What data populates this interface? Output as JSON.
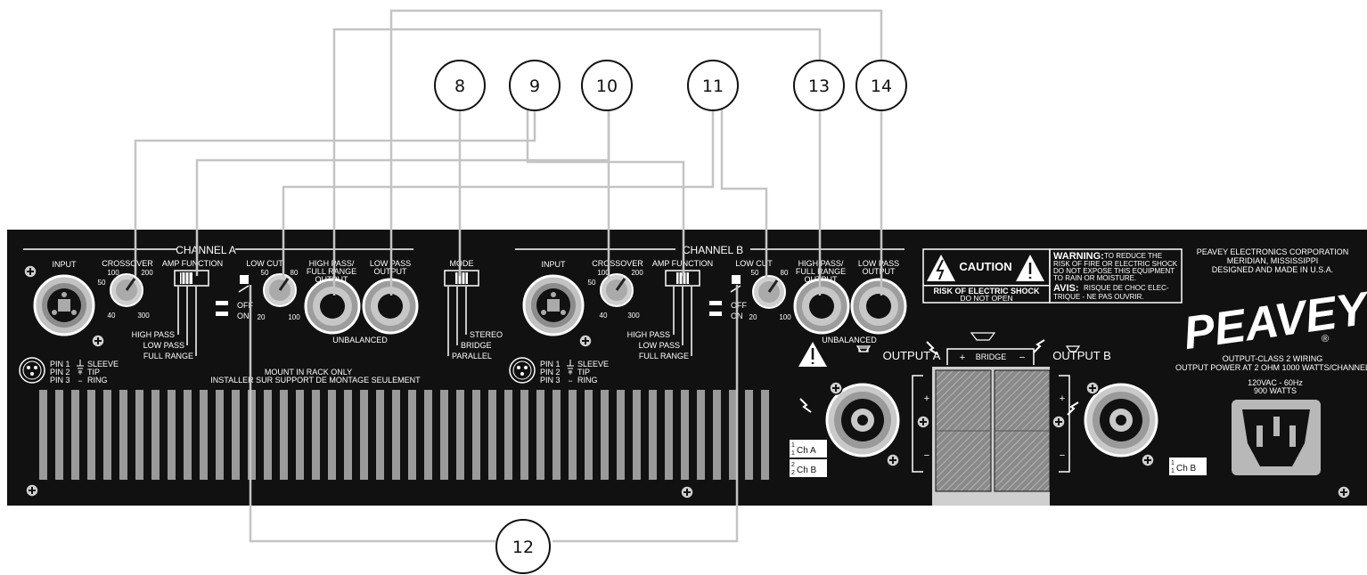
{
  "callouts": [
    {
      "id": "8",
      "label": "8"
    },
    {
      "id": "9",
      "label": "9"
    },
    {
      "id": "10",
      "label": "10"
    },
    {
      "id": "11",
      "label": "11"
    },
    {
      "id": "12",
      "label": "12"
    },
    {
      "id": "13",
      "label": "13"
    },
    {
      "id": "14",
      "label": "14"
    }
  ],
  "channel_a": {
    "title": "CHANNEL  A",
    "input": "INPUT",
    "crossover": "CROSSOVER",
    "xo_ticks": [
      "100",
      "200",
      "50",
      "40",
      "300"
    ],
    "amp_function": "AMP FUNCTION",
    "amp_opts": [
      "HIGH PASS",
      "LOW PASS",
      "FULL RANGE"
    ],
    "low_cut": "LOW CUT",
    "lc_ticks": [
      "50",
      "80",
      "20",
      "100"
    ],
    "off": "OFF",
    "on": "ON",
    "hp_out": [
      "HIGH PASS/",
      "FULL RANGE",
      "OUTPUT"
    ],
    "lp_out": [
      "LOW PASS",
      "OUTPUT"
    ],
    "unbalanced": "UNBALANCED",
    "pins": [
      "PIN 1",
      "PIN 2",
      "PIN 3"
    ],
    "pin_sym": [
      "+",
      "−"
    ],
    "pin_names": [
      "SLEEVE",
      "TIP",
      "RING"
    ]
  },
  "mode": {
    "title": "MODE",
    "opts": [
      "STEREO",
      "BRIDGE",
      "PARALLEL"
    ]
  },
  "mount": [
    "MOUNT IN RACK ONLY",
    "INSTALLER SUR SUPPORT DE MONTAGE SEULEMENT"
  ],
  "channel_b": {
    "title": "CHANNEL  B",
    "input": "INPUT",
    "crossover": "CROSSOVER",
    "xo_ticks": [
      "100",
      "200",
      "50",
      "40",
      "300"
    ],
    "amp_function": "AMP FUNCTION",
    "amp_opts": [
      "HIGH PASS",
      "LOW PASS",
      "FULL RANGE"
    ],
    "low_cut": "LOW CUT",
    "lc_ticks": [
      "50",
      "80",
      "20",
      "100"
    ],
    "off": "OFF",
    "on": "ON",
    "hp_out": [
      "HIGH PASS/",
      "FULL RANGE",
      "OUTPUT"
    ],
    "lp_out": [
      "LOW PASS",
      "OUTPUT"
    ],
    "unbalanced": "UNBALANCED",
    "pins": [
      "PIN 1",
      "PIN 2",
      "PIN 3"
    ],
    "pin_sym": [
      "+",
      "−"
    ],
    "pin_names": [
      "SLEEVE",
      "TIP",
      "RING"
    ]
  },
  "caution": {
    "title": "CAUTION",
    "sub": [
      "RISK OF ELECTRIC SHOCK",
      "DO NOT OPEN"
    ],
    "warning_head": "WARNING:",
    "warning": [
      "TO REDUCE THE",
      "RISK OF FIRE OR ELECTRIC SHOCK",
      "DO NOT EXPOSE THIS EQUIPMENT",
      "TO RAIN OR MOISTURE."
    ],
    "avis_head": "AVIS:",
    "avis": [
      "RISQUE DE CHOC ELEC-",
      "TRIQUE - NE PAS OUVRIR."
    ]
  },
  "company": [
    "PEAVEY ELECTRONICS CORPORATION",
    "MERIDIAN, MISSISSIPPI",
    "DESIGNED AND MADE IN U.S.A."
  ],
  "brand": "PEAVEY",
  "registered": "®",
  "output_class": [
    "OUTPUT-CLASS 2 WIRING",
    "OUTPUT POWER AT 2 OHM 1000 WATTS/CHANNEL"
  ],
  "power": [
    "120VAC - 60Hz",
    "900 WATTS"
  ],
  "outputs": {
    "a": "OUTPUT A",
    "b": "OUTPUT B",
    "bridge": "BRIDGE",
    "plus": "+",
    "minus": "−",
    "ch_a": "Ch A",
    "ch_b": "Ch B",
    "pin_1": "1",
    "pin_2": "2"
  }
}
